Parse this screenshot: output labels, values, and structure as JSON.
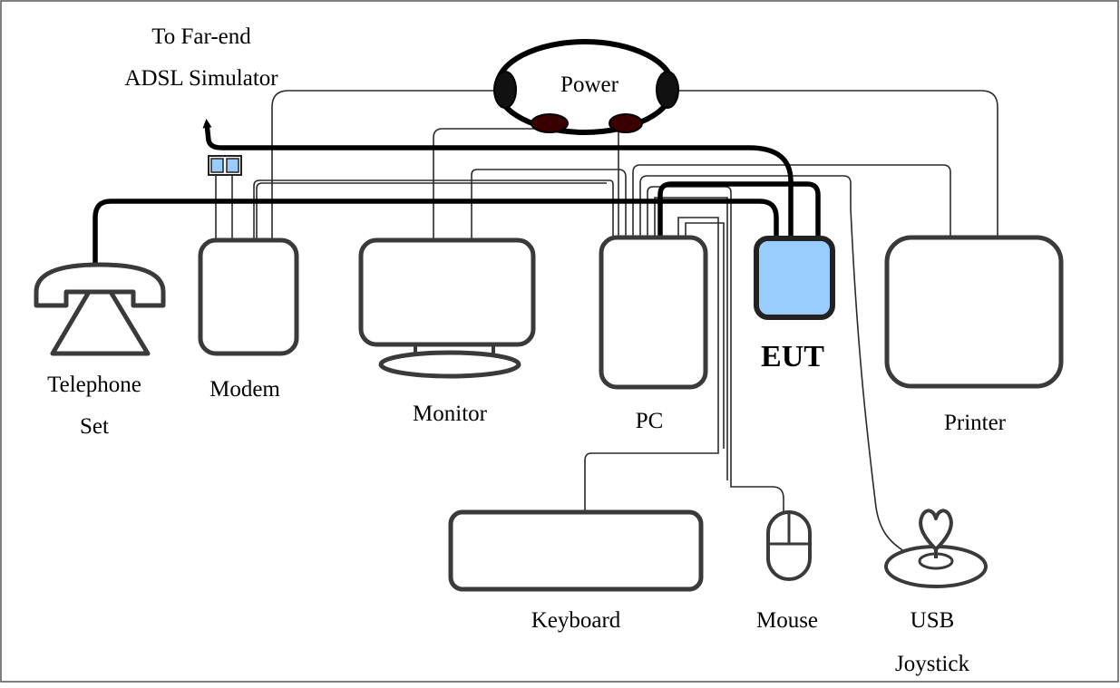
{
  "labels": {
    "far_end_line1": "To Far-end",
    "far_end_line2": "ADSL Simulator",
    "power": "Power",
    "telephone_line1": "Telephone",
    "telephone_line2": "Set",
    "modem": "Modem",
    "monitor": "Monitor",
    "pc": "PC",
    "eut": "EUT",
    "printer": "Printer",
    "keyboard": "Keyboard",
    "mouse": "Mouse",
    "joystick_line1": "USB",
    "joystick_line2": "Joystick"
  },
  "colors": {
    "eut_fill": "#99ccff",
    "splitter_fill": "#99ccff",
    "power_plug_fill": "#3a0000",
    "device_stroke": "#3a3a3a"
  }
}
